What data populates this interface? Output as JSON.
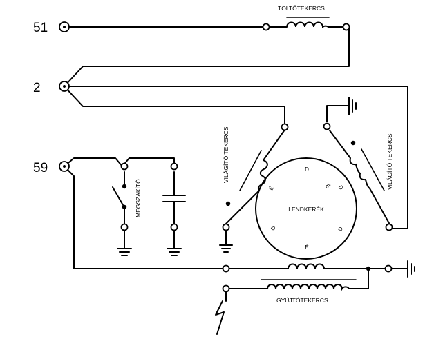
{
  "terminals": {
    "t51": "51",
    "t2": "2",
    "t59": "59"
  },
  "labels": {
    "charging_coil": "TÖLTŐTEKERCS",
    "lighting_coil_left": "VILÁGÍTÓ TEKERCS",
    "lighting_coil_right": "VILÁGÍTÓ TEKERCS",
    "breaker": "MEGSZAKÍTÓ",
    "flywheel": "LENDKERÉK",
    "ignition_coil": "GYÚJTÓTEKERCS"
  },
  "flywheel_poles": {
    "top": "D",
    "upper_left": "É",
    "upper_right": "É",
    "right_top": "D",
    "lower_left": "D",
    "lower_right": "D",
    "bottom": "É"
  }
}
